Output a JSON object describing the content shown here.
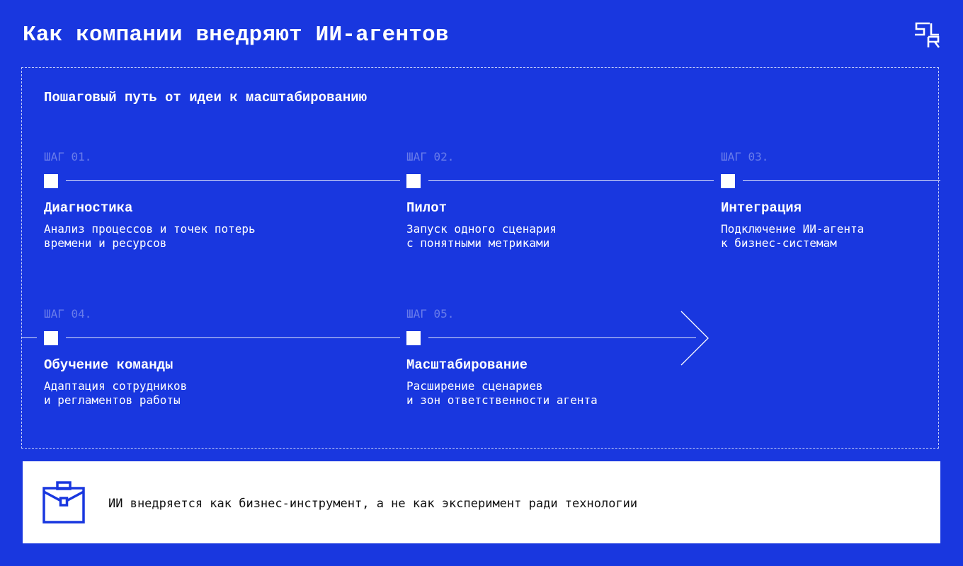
{
  "header": {
    "title": "Как компании внедряют ИИ-агентов",
    "logo_icon": "slr-logo-icon"
  },
  "diagram": {
    "subtitle": "Пошаговый путь от идеи к масштабированию",
    "steps": [
      {
        "label": "ШАГ 01.",
        "title": "Диагностика",
        "description": "Анализ процессов и точек потерь\nвремени и ресурсов"
      },
      {
        "label": "ШАГ 02.",
        "title": "Пилот",
        "description": "Запуск одного сценария\nс понятными метриками"
      },
      {
        "label": "ШАГ 03.",
        "title": "Интеграция",
        "description": "Подключение ИИ-агента\nк бизнес-системам"
      },
      {
        "label": "ШАГ 04.",
        "title": "Обучение команды",
        "description": "Адаптация сотрудников\nи регламентов работы"
      },
      {
        "label": "ШАГ 05.",
        "title": "Масштабирование",
        "description": "Расширение сценариев\nи зон ответственности агента"
      }
    ]
  },
  "notice": {
    "icon": "briefcase-icon",
    "text": "ИИ внедряется как бизнес-инструмент, а не как эксперимент ради технологии"
  },
  "colors": {
    "background": "#1937df",
    "foreground": "#ffffff",
    "notice_background": "#ffffff",
    "notice_text": "#111111"
  }
}
